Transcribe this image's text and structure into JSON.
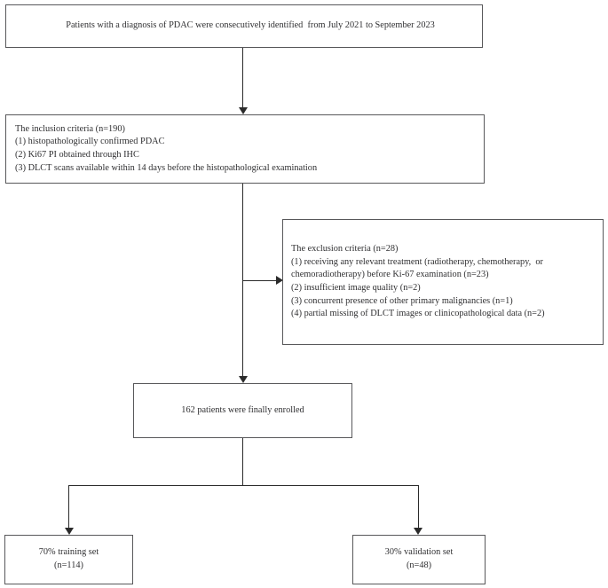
{
  "flowchart": {
    "title": "PDAC patient enrollment flowchart",
    "line_color": "#2b2b2b",
    "box_border_color": "#58585a",
    "background": "#ffffff",
    "nodes": {
      "identified": {
        "lines": [
          "Patients with a diagnosis of PDAC were consecutively identified  from July 2021 to September 2023"
        ]
      },
      "inclusion": {
        "lines": [
          "The inclusion criteria (n=190)",
          "(1) histopathologically confirmed PDAC",
          "(2) Ki67 PI obtained through IHC",
          "(3) DLCT scans available within 14 days before the histopathological examination"
        ]
      },
      "exclusion": {
        "lines": [
          "The exclusion criteria (n=28)",
          "(1) receiving any relevant treatment (radiotherapy, chemotherapy,  or",
          "chemoradiotherapy) before Ki-67 examination (n=23)",
          "(2) insufficient image quality (n=2)",
          "(3) concurrent presence of other primary malignancies (n=1)",
          "(4) partial missing of DLCT images or clinicopathological data (n=2)"
        ]
      },
      "enrolled": {
        "lines": [
          "162 patients were finally enrolled"
        ]
      },
      "training": {
        "lines": [
          "70% training set",
          "(n=114)"
        ]
      },
      "validation": {
        "lines": [
          "30% validation set",
          "(n=48)"
        ]
      }
    },
    "counts": {
      "inclusion_n": 190,
      "exclusion_n": 28,
      "exclusion_treatment_n": 23,
      "exclusion_image_quality_n": 2,
      "exclusion_other_malignancy_n": 1,
      "exclusion_missing_data_n": 2,
      "enrolled_n": 162,
      "training_n": 114,
      "validation_n": 48,
      "training_pct": "70%",
      "validation_pct": "30%"
    }
  }
}
